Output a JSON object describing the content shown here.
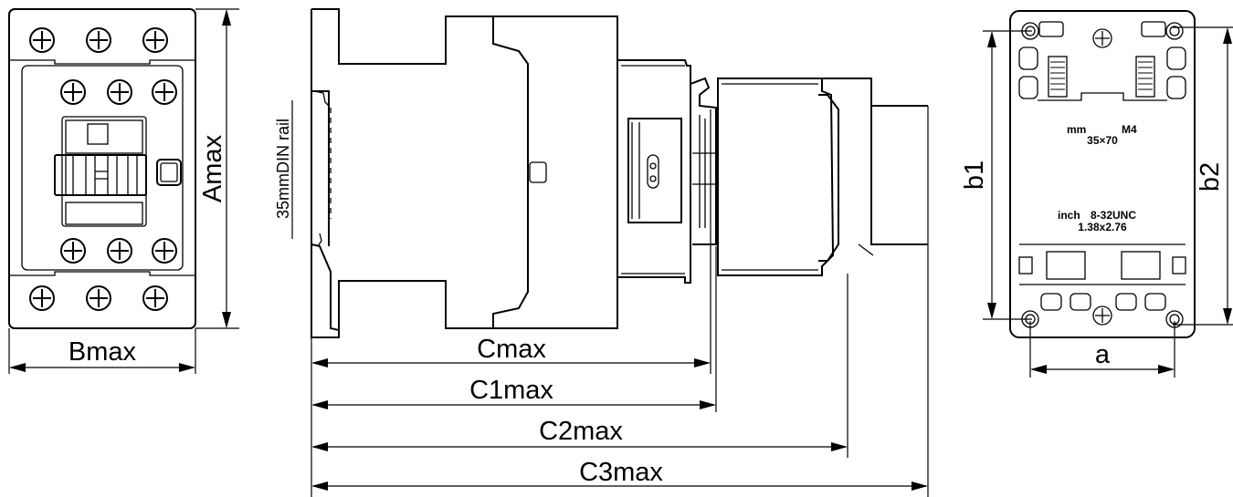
{
  "labels": {
    "a_max": "Amax",
    "b_max": "Bmax",
    "c_max": "Cmax",
    "c1_max": "C1max",
    "c2_max": "C2max",
    "c3_max": "C3max",
    "din_rail": "35mmDIN rail",
    "b1": "b1",
    "b2": "b2",
    "a": "a"
  },
  "mounting_plate": {
    "mm_unit": "mm",
    "mm_thread": "M4",
    "mm_spacing": "35×70",
    "inch_unit": "inch",
    "inch_thread": "8-32UNC",
    "inch_spacing": "1.38x2.76"
  }
}
